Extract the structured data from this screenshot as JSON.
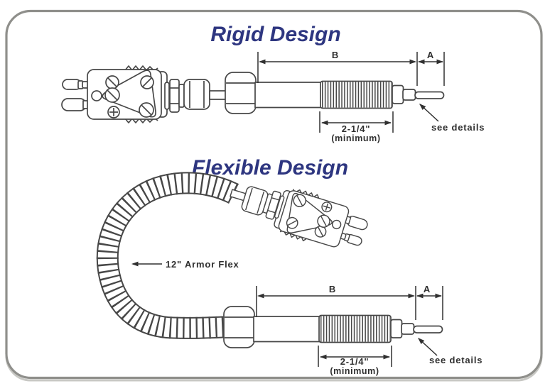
{
  "panel": {
    "border_color": "#8f8f8b",
    "background": "#ffffff"
  },
  "colors": {
    "title": "#2e3680",
    "ink": "#474747",
    "dimension": "#303030"
  },
  "rigid": {
    "title": "Rigid Design",
    "labels": {
      "b": "B",
      "a": "A",
      "min": "2-1/4\"",
      "min_note": "(minimum)",
      "see_details": "see details"
    }
  },
  "flexible": {
    "title": "Flexible Design",
    "labels": {
      "b": "B",
      "a": "A",
      "min": "2-1/4\"",
      "min_note": "(minimum)",
      "see_details": "see details",
      "armor_flex": "12\" Armor Flex"
    }
  }
}
